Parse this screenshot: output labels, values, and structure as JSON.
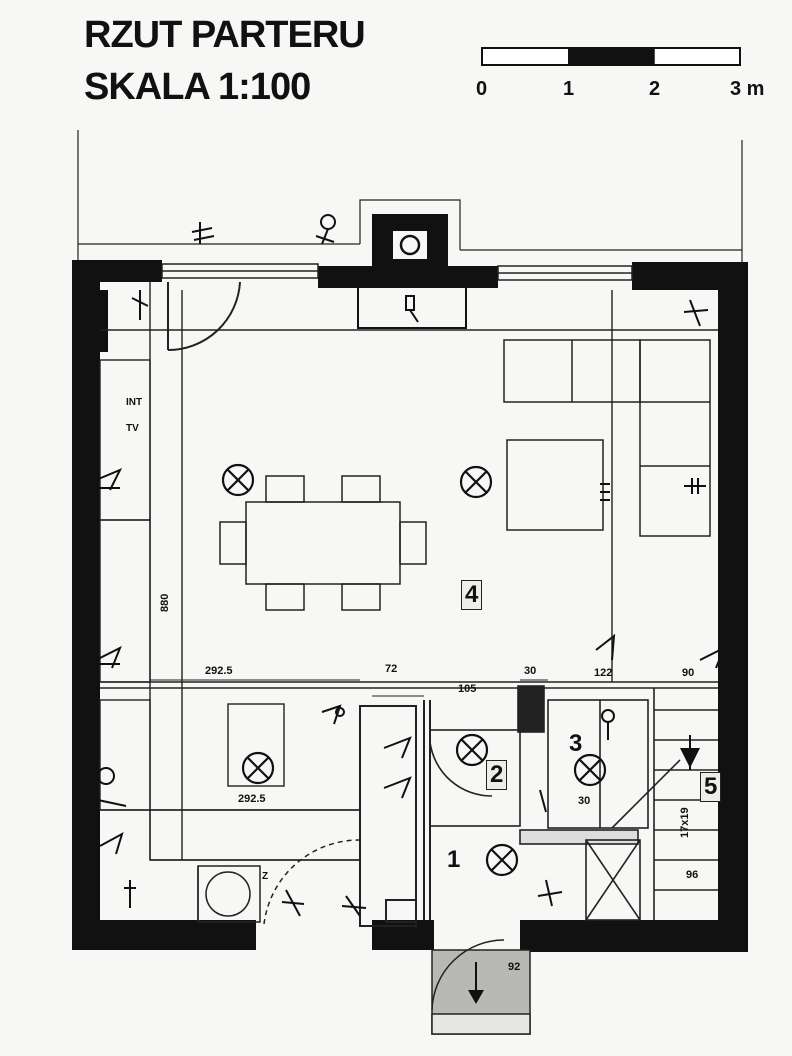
{
  "header": {
    "title_line1": "RZUT PARTERU",
    "title_line2": "SKALA 1:100"
  },
  "scale_bar": {
    "labels": [
      "0",
      "1",
      "2",
      "3 m"
    ]
  },
  "rooms": [
    {
      "id": "1",
      "label": "1"
    },
    {
      "id": "2",
      "label": "2"
    },
    {
      "id": "3",
      "label": "3"
    },
    {
      "id": "4",
      "label": "4"
    },
    {
      "id": "5",
      "label": "5"
    }
  ],
  "dimensions": {
    "kitchen_width": "292.5",
    "kitchen_lower": "292.5",
    "left_vertical": "880",
    "dim_72": "72",
    "dim_105": "105",
    "dim_30": "30",
    "dim_122": "122",
    "dim_90": "90",
    "dim_30b": "30",
    "dim_96": "96",
    "dim_17": "17x19",
    "dim_bottom": "92"
  },
  "electrical_labels": {
    "int": "INT",
    "tv": "TV",
    "z": "Z"
  },
  "colors": {
    "wall": "#111111",
    "line": "#222222",
    "paper": "#f7f7f5",
    "hatch": "#9a9a98"
  }
}
